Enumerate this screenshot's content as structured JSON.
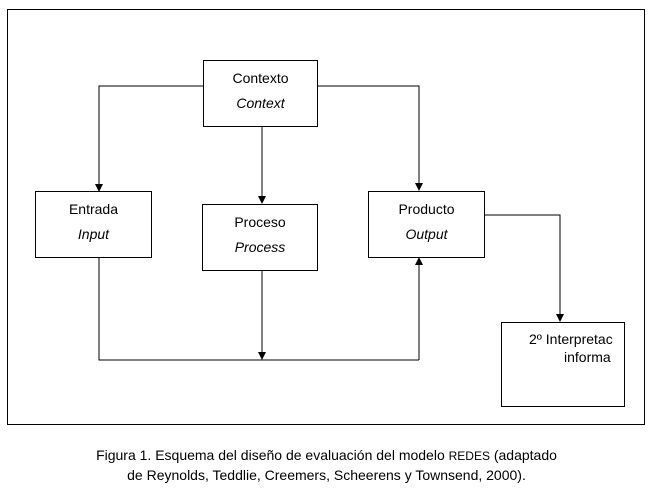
{
  "diagram": {
    "boxes": {
      "context": {
        "line1": "Contexto",
        "line2": "Context"
      },
      "input": {
        "line1": "Entrada",
        "line2": "Input"
      },
      "process": {
        "line1": "Proceso",
        "line2": "Process"
      },
      "output": {
        "line1": "Producto",
        "line2": "Output"
      },
      "interpretation": {
        "line1": "2º Interpretac",
        "line2": "informa"
      }
    }
  },
  "caption": {
    "part1": "Figura 1. Esquema del diseño de evaluación del modelo ",
    "model": "REDES",
    "part2": " (adaptado",
    "line2": "de Reynolds, Teddlie, Creemers, Scheerens y Townsend, 2000)."
  }
}
